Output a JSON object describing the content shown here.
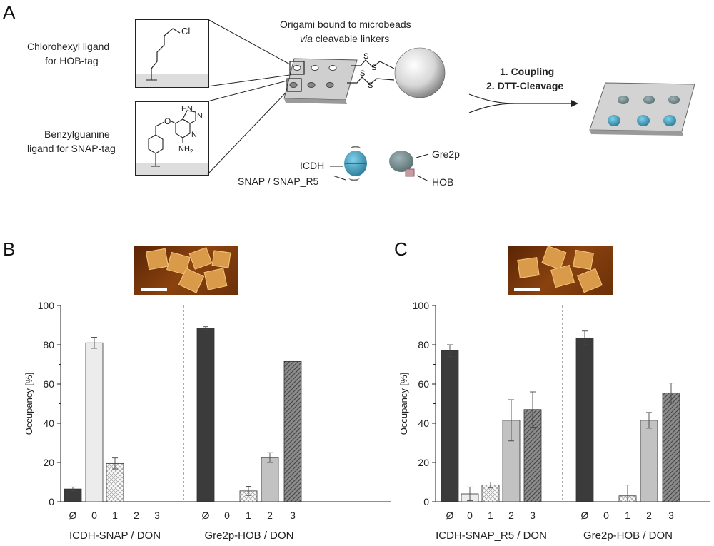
{
  "panels": {
    "a": "A",
    "b": "B",
    "c": "C"
  },
  "scheme": {
    "chloro_line1": "Chlorohexyl ligand",
    "chloro_line2": "for HOB-tag",
    "benzyl_line1": "Benzylguanine",
    "benzyl_line2": "ligand for SNAP-tag",
    "origami_line1": "Origami bound to microbeads",
    "origami_line2_italic": "via",
    "origami_line2_rest": " cleavable linkers",
    "step1": "1. Coupling",
    "step2": "2. DTT-Cleavage",
    "icdh": "ICDH",
    "snap": "SNAP / SNAP_R5",
    "gre2p": "Gre2p",
    "hob": "HOB",
    "cl": "Cl",
    "nh": "H",
    "nh2": "NH",
    "two": "2",
    "n": "N",
    "o": "O",
    "s": "S"
  },
  "colors": {
    "dark": "#3b3b3b",
    "light": "#ececec",
    "hatch_gray": "#8c8c8c",
    "mid_gray": "#c2c2c2",
    "protein_blue": "#3a9ec0",
    "protein_gray": "#6e8a8e"
  },
  "chart_data": [
    {
      "id": "B",
      "type": "bar",
      "ylabel": "Occupancy [%]",
      "ylim": [
        0,
        100
      ],
      "yticks": [
        0,
        20,
        40,
        60,
        80,
        100
      ],
      "groups": [
        {
          "label": "ICDH-SNAP / DON",
          "categories": [
            "Ø",
            "0",
            "1",
            "2",
            "3"
          ],
          "values": [
            6.5,
            81,
            19.5,
            0,
            0
          ],
          "errors": [
            1,
            2.8,
            2.8,
            0,
            0
          ]
        },
        {
          "label": "Gre2p-HOB / DON",
          "categories": [
            "Ø",
            "0",
            "1",
            "2",
            "3"
          ],
          "values": [
            88.5,
            0,
            5.5,
            22.5,
            71.5
          ],
          "errors": [
            0.7,
            0,
            2.3,
            2.5,
            0
          ]
        }
      ]
    },
    {
      "id": "C",
      "type": "bar",
      "ylabel": "Occupancy [%]",
      "ylim": [
        0,
        100
      ],
      "yticks": [
        0,
        20,
        40,
        60,
        80,
        100
      ],
      "groups": [
        {
          "label": "ICDH-SNAP_R5 / DON",
          "categories": [
            "Ø",
            "0",
            "1",
            "2",
            "3"
          ],
          "values": [
            77,
            4,
            8.5,
            41.5,
            47
          ],
          "errors": [
            3,
            3.5,
            1.5,
            10.5,
            9
          ]
        },
        {
          "label": "Gre2p-HOB / DON",
          "categories": [
            "Ø",
            "0",
            "1",
            "2",
            "3"
          ],
          "values": [
            83.5,
            0,
            3,
            41.5,
            55.5
          ],
          "errors": [
            3.5,
            0,
            5.5,
            4,
            5
          ]
        }
      ]
    }
  ]
}
